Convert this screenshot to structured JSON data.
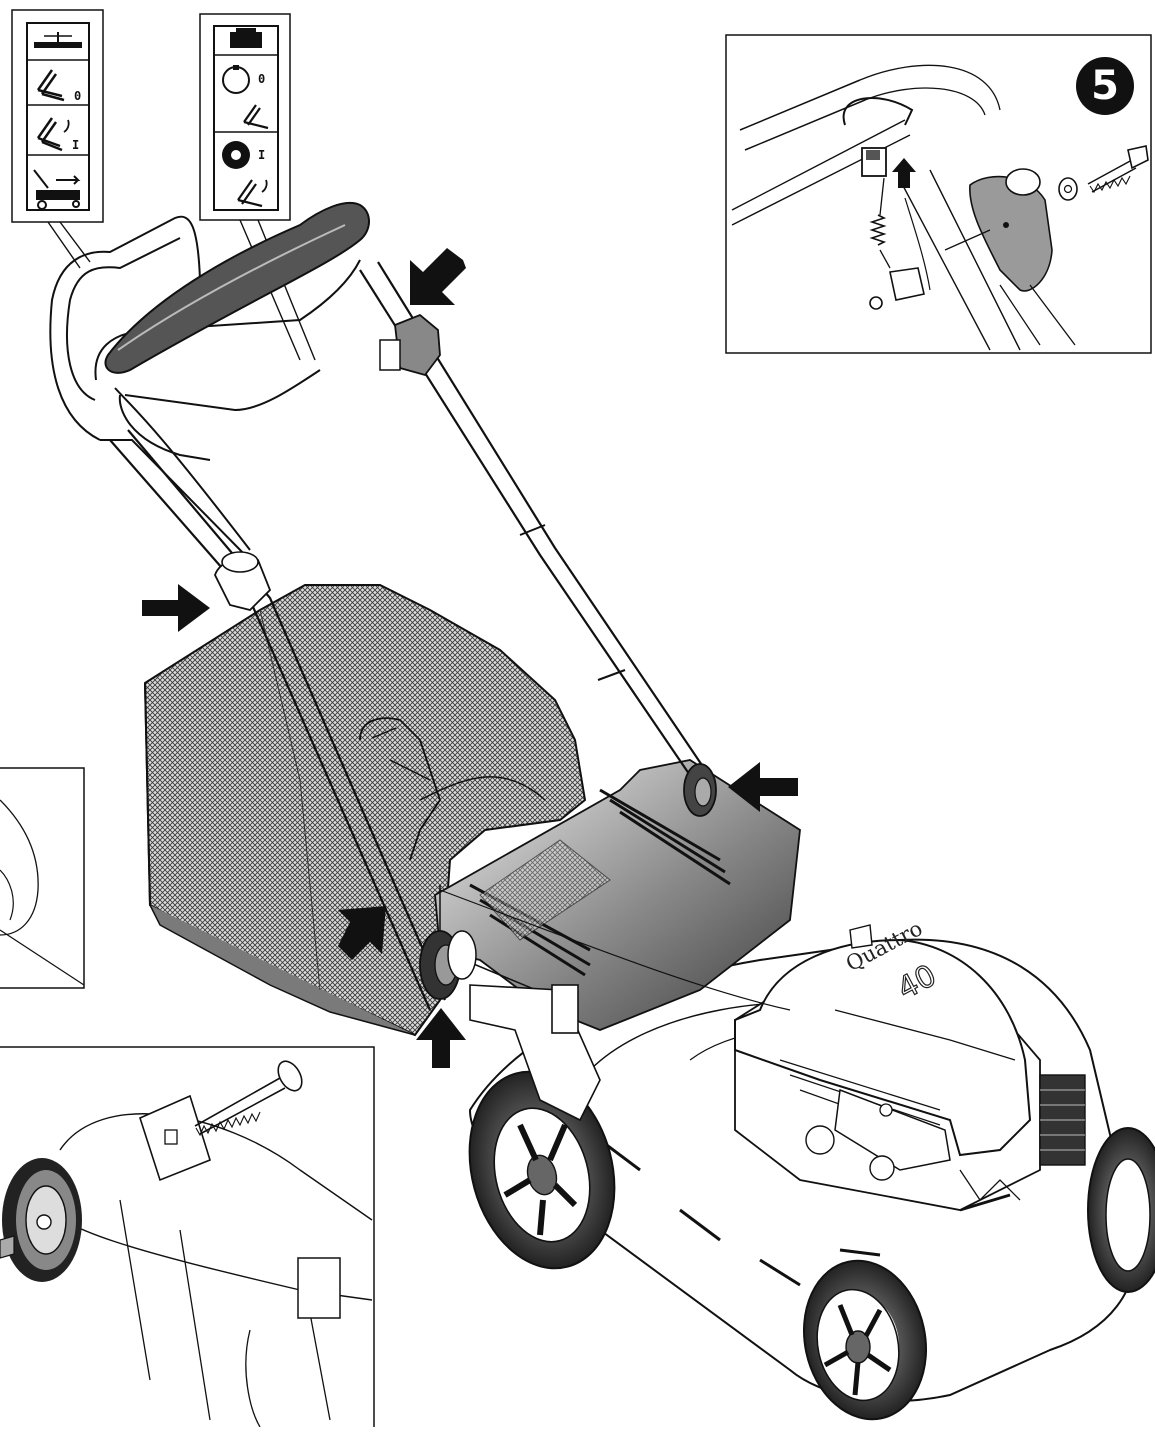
{
  "step": {
    "number": "5"
  },
  "machine": {
    "brand_line1": "Quattro",
    "brand_line2": "40"
  },
  "labels": {
    "left_decal": {
      "symbol_o": "0",
      "symbol_i": "I"
    },
    "middle_decal": {
      "symbol_o": "0",
      "symbol_i": "I"
    }
  },
  "palette": {
    "ink": "#111111",
    "mesh": "#5a5a5a",
    "hood": "#6e6e6e",
    "paper": "#ffffff"
  }
}
